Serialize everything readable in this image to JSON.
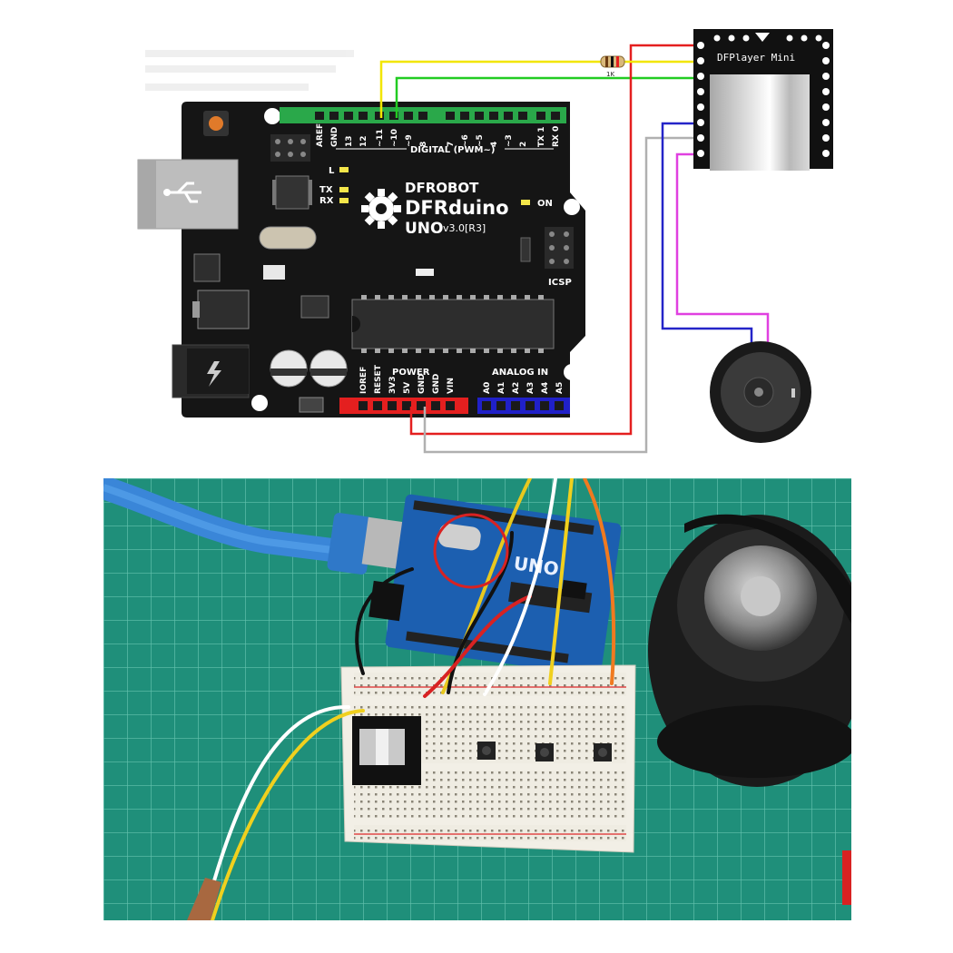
{
  "diagram": {
    "board": {
      "brand": "DFROBOT",
      "model": "DFRduino",
      "uno": "UNO",
      "version": "v3.0[R3]",
      "digital_label": "DIGITAL (PWM~)",
      "power_label": "POWER",
      "analog_label": "ANALOG IN",
      "icsp_label": "ICSP",
      "on_label": "ON",
      "led_l": "L",
      "led_tx": "TX",
      "led_rx": "RX",
      "digital_pins": [
        "AREF",
        "GND",
        "13",
        "12",
        "~11",
        "~10",
        "~9",
        "8",
        "7",
        "~6",
        "~5",
        "4",
        "~3",
        "2",
        "TX 1",
        "RX 0"
      ],
      "power_pins": [
        "IOREF",
        "RESET",
        "3V3",
        "5V",
        "GND",
        "GND",
        "VIN"
      ],
      "analog_pins": [
        "A0",
        "A1",
        "A2",
        "A3",
        "A4",
        "A5"
      ]
    },
    "module": {
      "label": "DFPlayer Mini"
    },
    "resistor": {
      "label": "1K"
    },
    "wire_colors": {
      "tx": "#f2e600",
      "rx": "#22cc22",
      "vcc": "#e41f1f",
      "gnd": "#b0b0b0",
      "spk1": "#2424c8",
      "spk2": "#e040e0"
    }
  },
  "photo": {
    "board_label": "UNO",
    "mat_color": "#1f8f7a"
  }
}
